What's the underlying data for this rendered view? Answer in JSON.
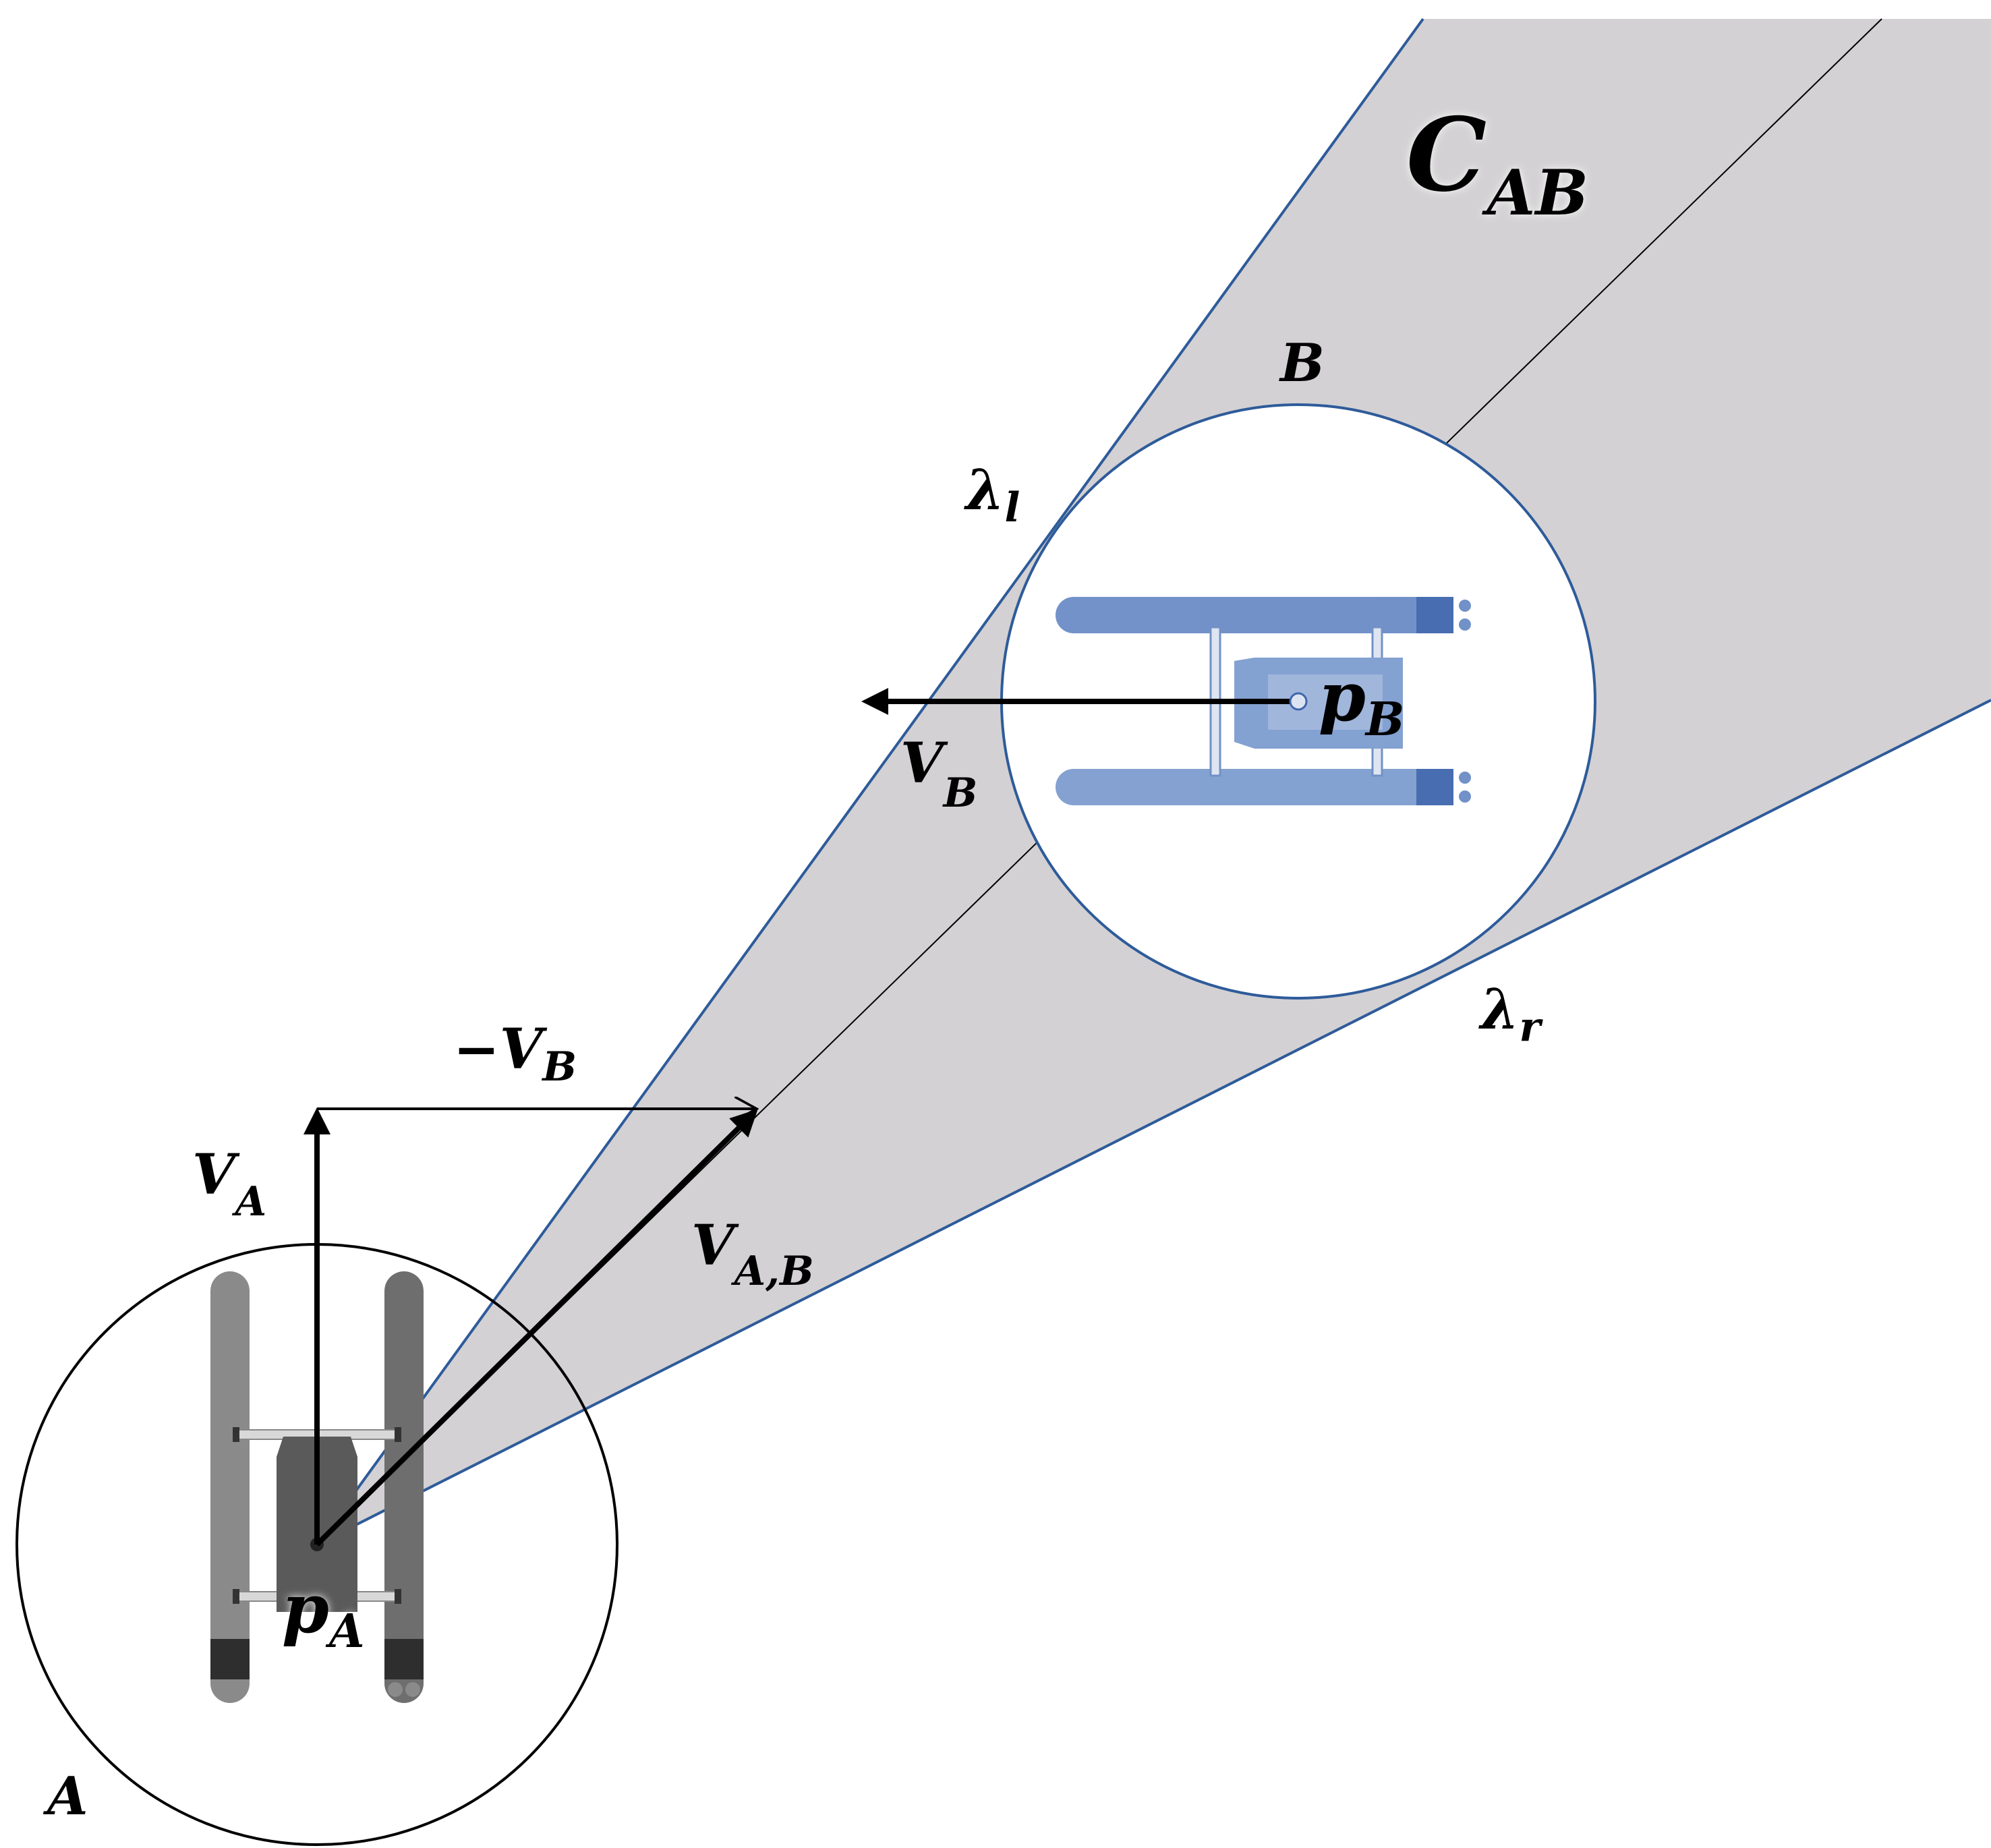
{
  "colors": {
    "cone_fill": "#d3d1d3",
    "cone_edge": "#2e5b9a",
    "robot_a": "#6f6f6f",
    "robot_b": "#6a8cc6",
    "ink": "#000000"
  },
  "labels": {
    "cone": {
      "main": "C",
      "sub": "AB"
    },
    "robot_b": "B",
    "robot_a": "A",
    "lambda_l": {
      "main": "λ",
      "sub": "l"
    },
    "lambda_r": {
      "main": "λ",
      "sub": "r"
    },
    "p_b": {
      "main": "p",
      "sub": "B"
    },
    "p_a": {
      "main": "p",
      "sub": "A"
    },
    "v_b": {
      "main": "V",
      "sub": "B"
    },
    "neg_v_b": {
      "main": "−V",
      "sub": "B"
    },
    "v_a": {
      "main": "V",
      "sub": "A"
    },
    "v_ab": {
      "main": "V",
      "sub": "A,B"
    }
  }
}
